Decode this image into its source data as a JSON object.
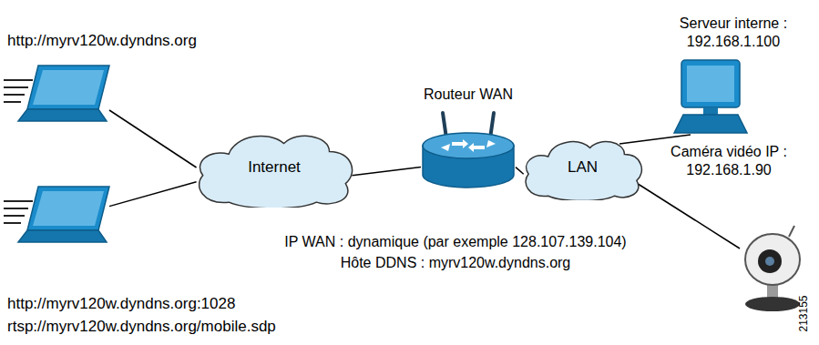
{
  "diagram": {
    "nodes": [
      {
        "text": [
          "http://myrv120w.dyndns.org"
        ]
      },
      {
        "text": [
          "http://myrv120w.dyndns.org:1028",
          "rtsp://myrv120w.dyndns.org/mobile.sdp"
        ]
      },
      {
        "text": [
          "Internet"
        ]
      },
      {
        "text": [
          "Routeur WAN"
        ]
      },
      {
        "text": [
          "LAN"
        ]
      },
      {
        "text": [
          "Serveur interne : 192.168.1.100"
        ]
      },
      {
        "text": [
          "Caméra vidéo IP : 192.168.1.90"
        ]
      }
    ],
    "edges": [
      {
        "from": 0,
        "to": 2,
        "arrow": "none"
      },
      {
        "from": 1,
        "to": 2,
        "arrow": "none"
      },
      {
        "from": 2,
        "to": 3,
        "arrow": "none"
      },
      {
        "from": 3,
        "to": 4,
        "arrow": "none"
      },
      {
        "from": 4,
        "to": 5,
        "arrow": "none"
      },
      {
        "from": 4,
        "to": 6,
        "arrow": "none"
      }
    ],
    "labels": [
      "IP WAN : dynamique (par exemple 128.107.139.104)",
      "Hôte DDNS : myrv120w.dyndns.org",
      "213155"
    ]
  }
}
